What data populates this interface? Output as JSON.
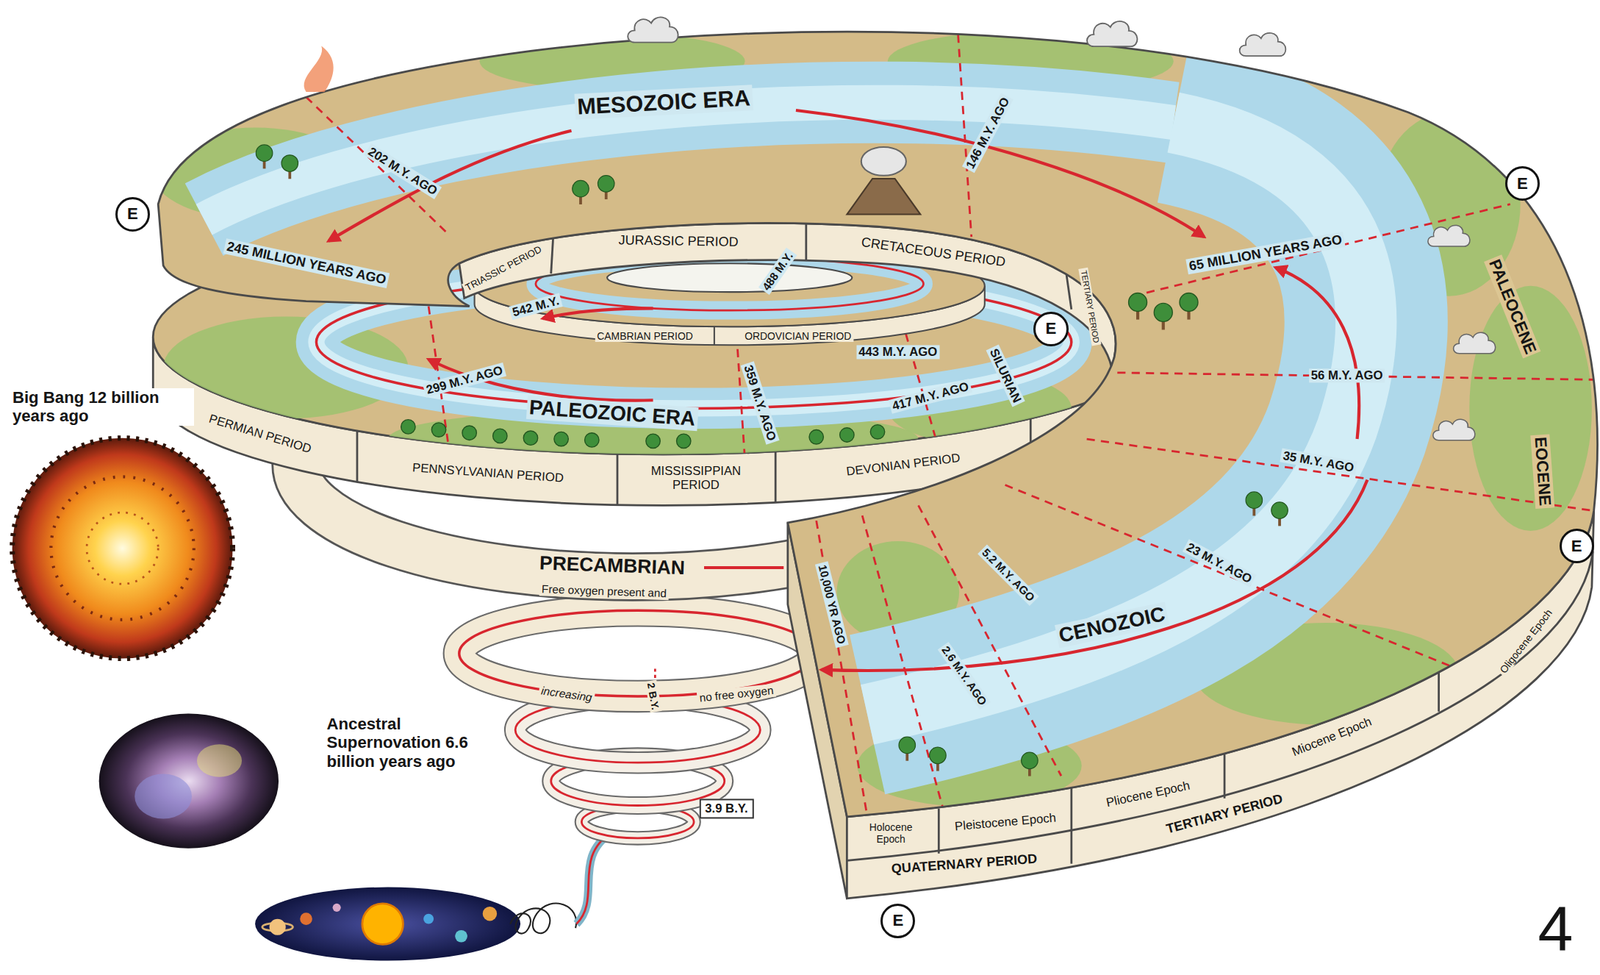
{
  "diagram": {
    "nodes": [
      {
        "text": [
          "E"
        ]
      },
      {
        "text": [
          "E"
        ]
      },
      {
        "text": [
          "E"
        ]
      },
      {
        "text": [
          "E"
        ]
      },
      {
        "text": [
          "E"
        ]
      }
    ],
    "labels": [
      "MESOZOIC ERA",
      "202 M.Y. AGO",
      "146 M.Y. AGO",
      "245 MILLION YEARS AGO",
      "TRIASSIC PERIOD",
      "JURASSIC PERIOD",
      "CRETACEOUS PERIOD",
      "TERTIARY PERIOD",
      "65 MILLION YEARS AGO",
      "PALEOCENE",
      "EOCENE",
      "56 M.Y. AGO",
      "35 M.Y. AGO",
      "23 M.Y. AGO",
      "CENOZOIC",
      "5.2 M.Y. AGO",
      "2.6 M.Y. AGO",
      "10,000 YR AGO",
      "542 M.Y.",
      "488 M.Y.",
      "CAMBRIAN PERIOD",
      "ORDOVICIAN PERIOD",
      "443 M.Y. AGO",
      "SILURIAN",
      "417 M.Y. AGO",
      "359 M.Y. AGO",
      "299 M.Y. AGO",
      "PALEOZOIC ERA",
      "PERMIAN PERIOD",
      "PENNSYLVANIAN PERIOD",
      "MISSISSIPPIAN PERIOD",
      "DEVONIAN PERIOD",
      "PRECAMBRIAN",
      "Free oxygen present and",
      "increasing",
      "2 B.Y.",
      "no free oxygen",
      "3.9 B.Y.",
      "Big Bang 12 billion years ago",
      "Ancestral Supernovation 6.6 billion years ago",
      "Holocene Epoch",
      "Pleistocene Epoch",
      "Pliocene Epoch",
      "Miocene Epoch",
      "Oligocene Epoch",
      "TERTIARY PERIOD",
      "QUATERNARY PERIOD",
      "4"
    ]
  }
}
